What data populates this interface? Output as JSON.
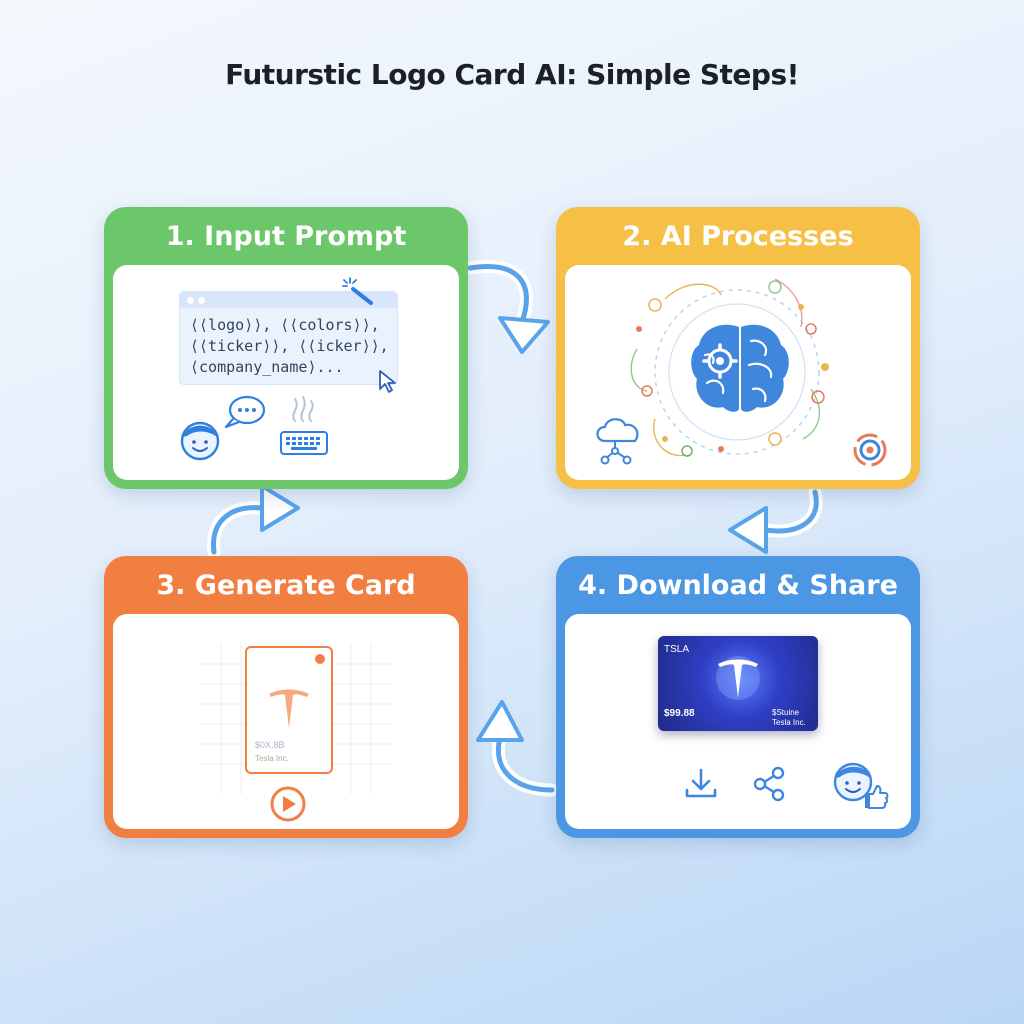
{
  "title": "Futurstic Logo Card AI: Simple Steps!",
  "colors": {
    "step1": "#6cc66a",
    "step2": "#f6c046",
    "step3": "#f17f42",
    "step4": "#4b97e4",
    "arrow": "#5aa3ea"
  },
  "steps": [
    {
      "label": "1. Input Prompt",
      "prompt_lines": [
        "⟨⟨logo⟩⟩, ⟨⟨colors⟩⟩,",
        "⟨⟨ticker⟩⟩, ⟨⟨icker⟩⟩,",
        "⟨company_name⟩..."
      ],
      "icons": [
        "magic-wand-icon",
        "cursor-icon",
        "user-face-icon",
        "chat-bubble-icon",
        "keyboard-icon"
      ]
    },
    {
      "label": "2. AI Processes",
      "icons": [
        "brain-icon",
        "gear-icon",
        "cloud-network-icon",
        "target-icon"
      ]
    },
    {
      "label": "3. Generate Card",
      "card_price": "$0X.8B",
      "card_company": "Tesla Inc.",
      "icons": [
        "tesla-logo-icon",
        "play-icon"
      ]
    },
    {
      "label": "4. Download & Share",
      "card_ticker": "TSLA",
      "card_price": "$99.88",
      "card_company_top": "$Stuine",
      "card_company": "Tesla Inc.",
      "icons": [
        "tesla-logo-icon",
        "download-icon",
        "share-icon",
        "thumbs-up-face-icon"
      ]
    }
  ]
}
